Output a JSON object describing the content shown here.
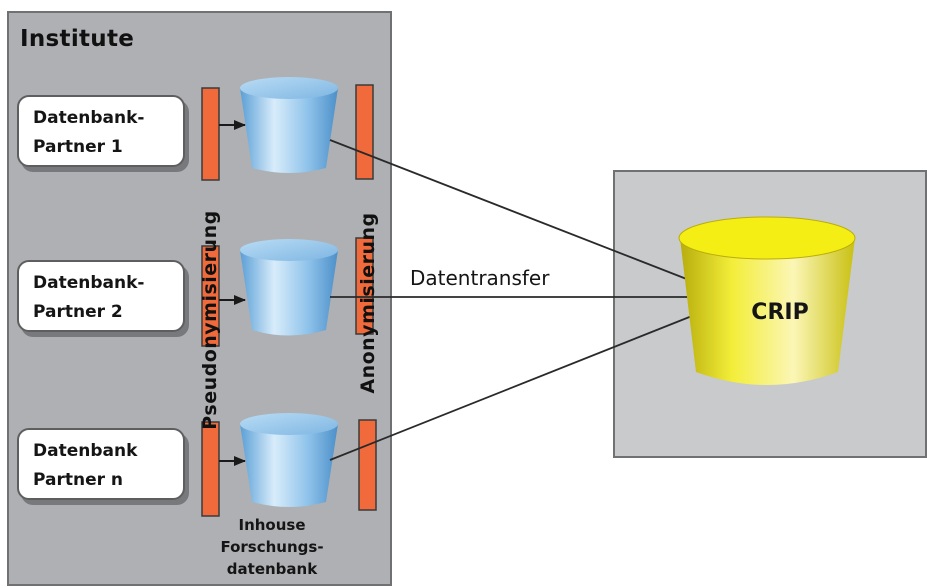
{
  "diagram": {
    "institute_title": "Institute",
    "partners": [
      {
        "label": "Datenbank-\nPartner 1"
      },
      {
        "label": "Datenbank-\nPartner 2"
      },
      {
        "label": "Datenbank\nPartner n"
      }
    ],
    "pseudonymisierung_label": "Pseudonymisierung",
    "anonymisierung_label": "Anonymisierung",
    "transfer_label": "Datentransfer",
    "inhouse_label": "Inhouse\nForschungs-\ndatenbank",
    "crip_label": "CRIP",
    "colors": {
      "panel_gray": "#aeb0b3",
      "filter_bar": "#f06a3c",
      "database_blue": "#a9d1ef",
      "crip_yellow": "#f2ec1c"
    }
  }
}
